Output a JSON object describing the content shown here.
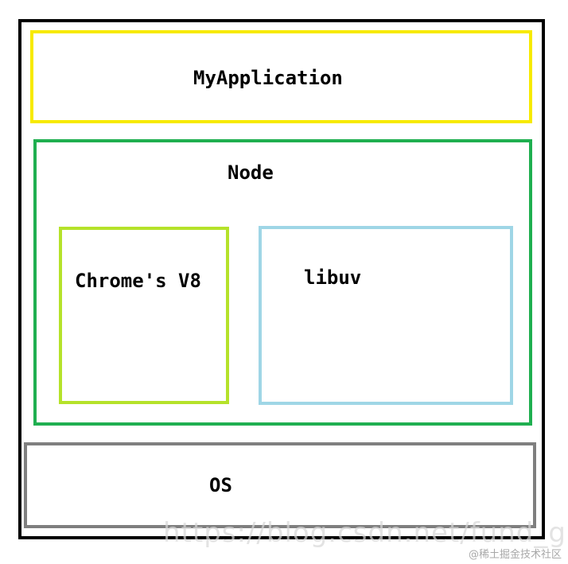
{
  "diagram": {
    "layers": {
      "application": {
        "label": "MyApplication",
        "color": "#f7ea00"
      },
      "node": {
        "label": "Node",
        "color": "#1faf50"
      },
      "v8": {
        "label": "Chrome's V8",
        "color": "#b5e22a"
      },
      "libuv": {
        "label": "libuv",
        "color": "#9fd6e6"
      },
      "os": {
        "label": "OS",
        "color": "#7f7f7f"
      }
    },
    "outer_border_color": "#000000"
  },
  "watermark": {
    "url_text": "https://blog.csdn.net/fund_gr",
    "brand_text": "@稀土掘金技术社区"
  }
}
